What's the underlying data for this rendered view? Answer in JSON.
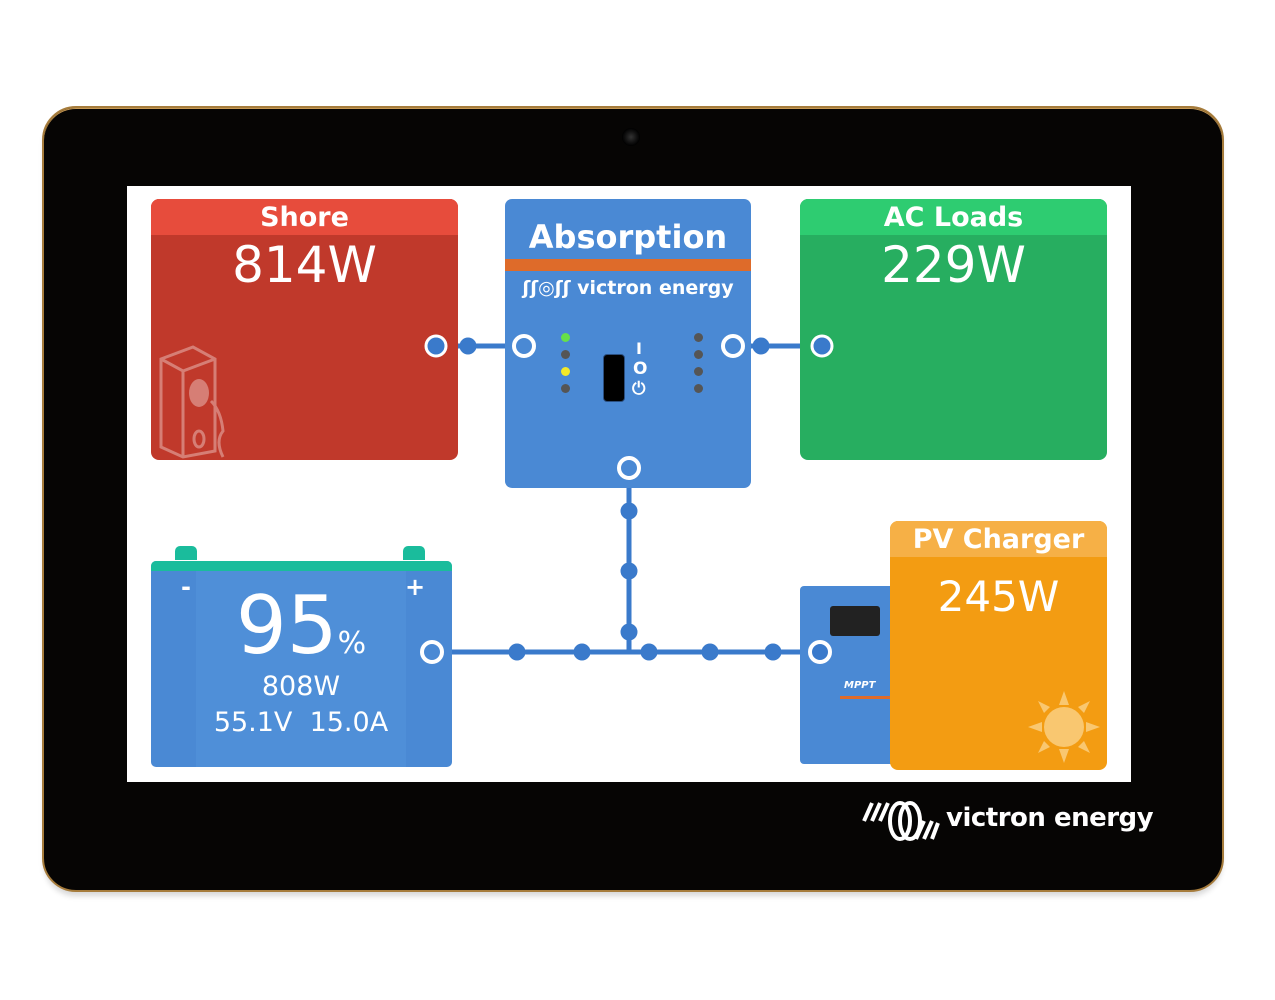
{
  "device": {
    "brand": "victron energy"
  },
  "tiles": {
    "shore": {
      "title": "Shore",
      "value": "814W",
      "icon": "shore-power-socket-icon",
      "color": "#c0392b",
      "header_color": "#e74c3c"
    },
    "ac_loads": {
      "title": "AC Loads",
      "value": "229W",
      "color": "#27ae60",
      "header_color": "#2ecc71"
    },
    "inverter": {
      "state": "Absorption",
      "brand": "victron energy",
      "color": "#4a89d4",
      "stripe_color": "#de6b2a",
      "switch_labels": [
        "I",
        "O",
        "⏻"
      ],
      "leds_left": [
        "#66e04a",
        "#555555",
        "#f2e92a",
        "#555555"
      ],
      "leds_right": [
        "#555555",
        "#555555",
        "#555555",
        "#555555"
      ]
    },
    "battery": {
      "soc": "95",
      "soc_unit": "%",
      "power": "808W",
      "voltage": "55.1V",
      "current": "15.0A",
      "minus": "-",
      "plus": "+",
      "color": "#4a89d4",
      "top_color": "#1abc9c"
    },
    "pv_charger": {
      "title": "PV Charger",
      "value": "245W",
      "icon": "sun-icon",
      "color": "#f39c12",
      "header_color": "#f6b046",
      "device_label": "MPPT"
    }
  },
  "flow": {
    "line_color": "#3a7acb"
  }
}
